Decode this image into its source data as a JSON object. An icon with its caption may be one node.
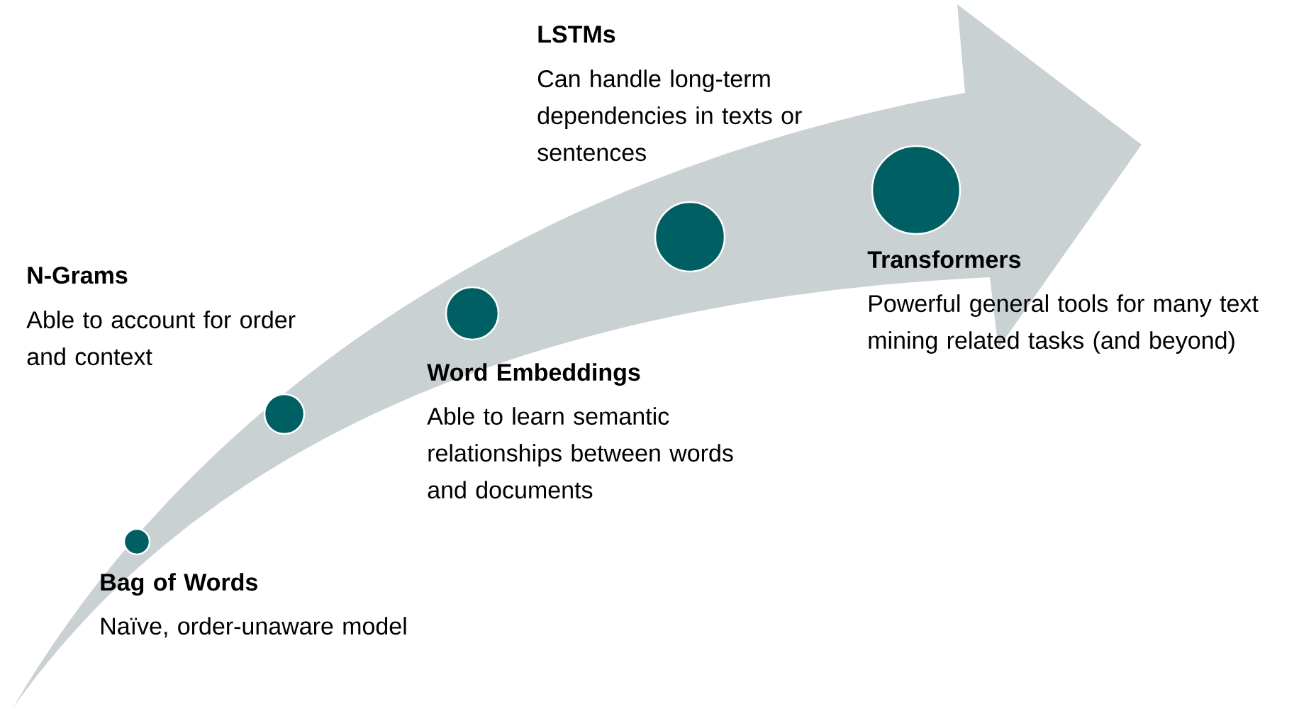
{
  "diagram": {
    "nodes": [
      {
        "text": [],
        "shape": "circle",
        "beside": [
          "Bag of Words",
          "Naïve, order-unaware model"
        ]
      },
      {
        "text": [],
        "shape": "circle",
        "beside": [
          "N-Grams",
          "Able to account for order and context"
        ]
      },
      {
        "text": [],
        "shape": "circle",
        "beside": [
          "Word Embeddings",
          "Able to learn semantic relationships between words and documents"
        ]
      },
      {
        "text": [],
        "shape": "circle",
        "beside": [
          "LSTMs",
          "Can handle long-term dependencies in texts or sentences"
        ]
      },
      {
        "text": [],
        "shape": "circle",
        "beside": [
          "Transformers",
          "Powerful general tools for many text mining related tasks (and beyond)"
        ]
      }
    ]
  }
}
